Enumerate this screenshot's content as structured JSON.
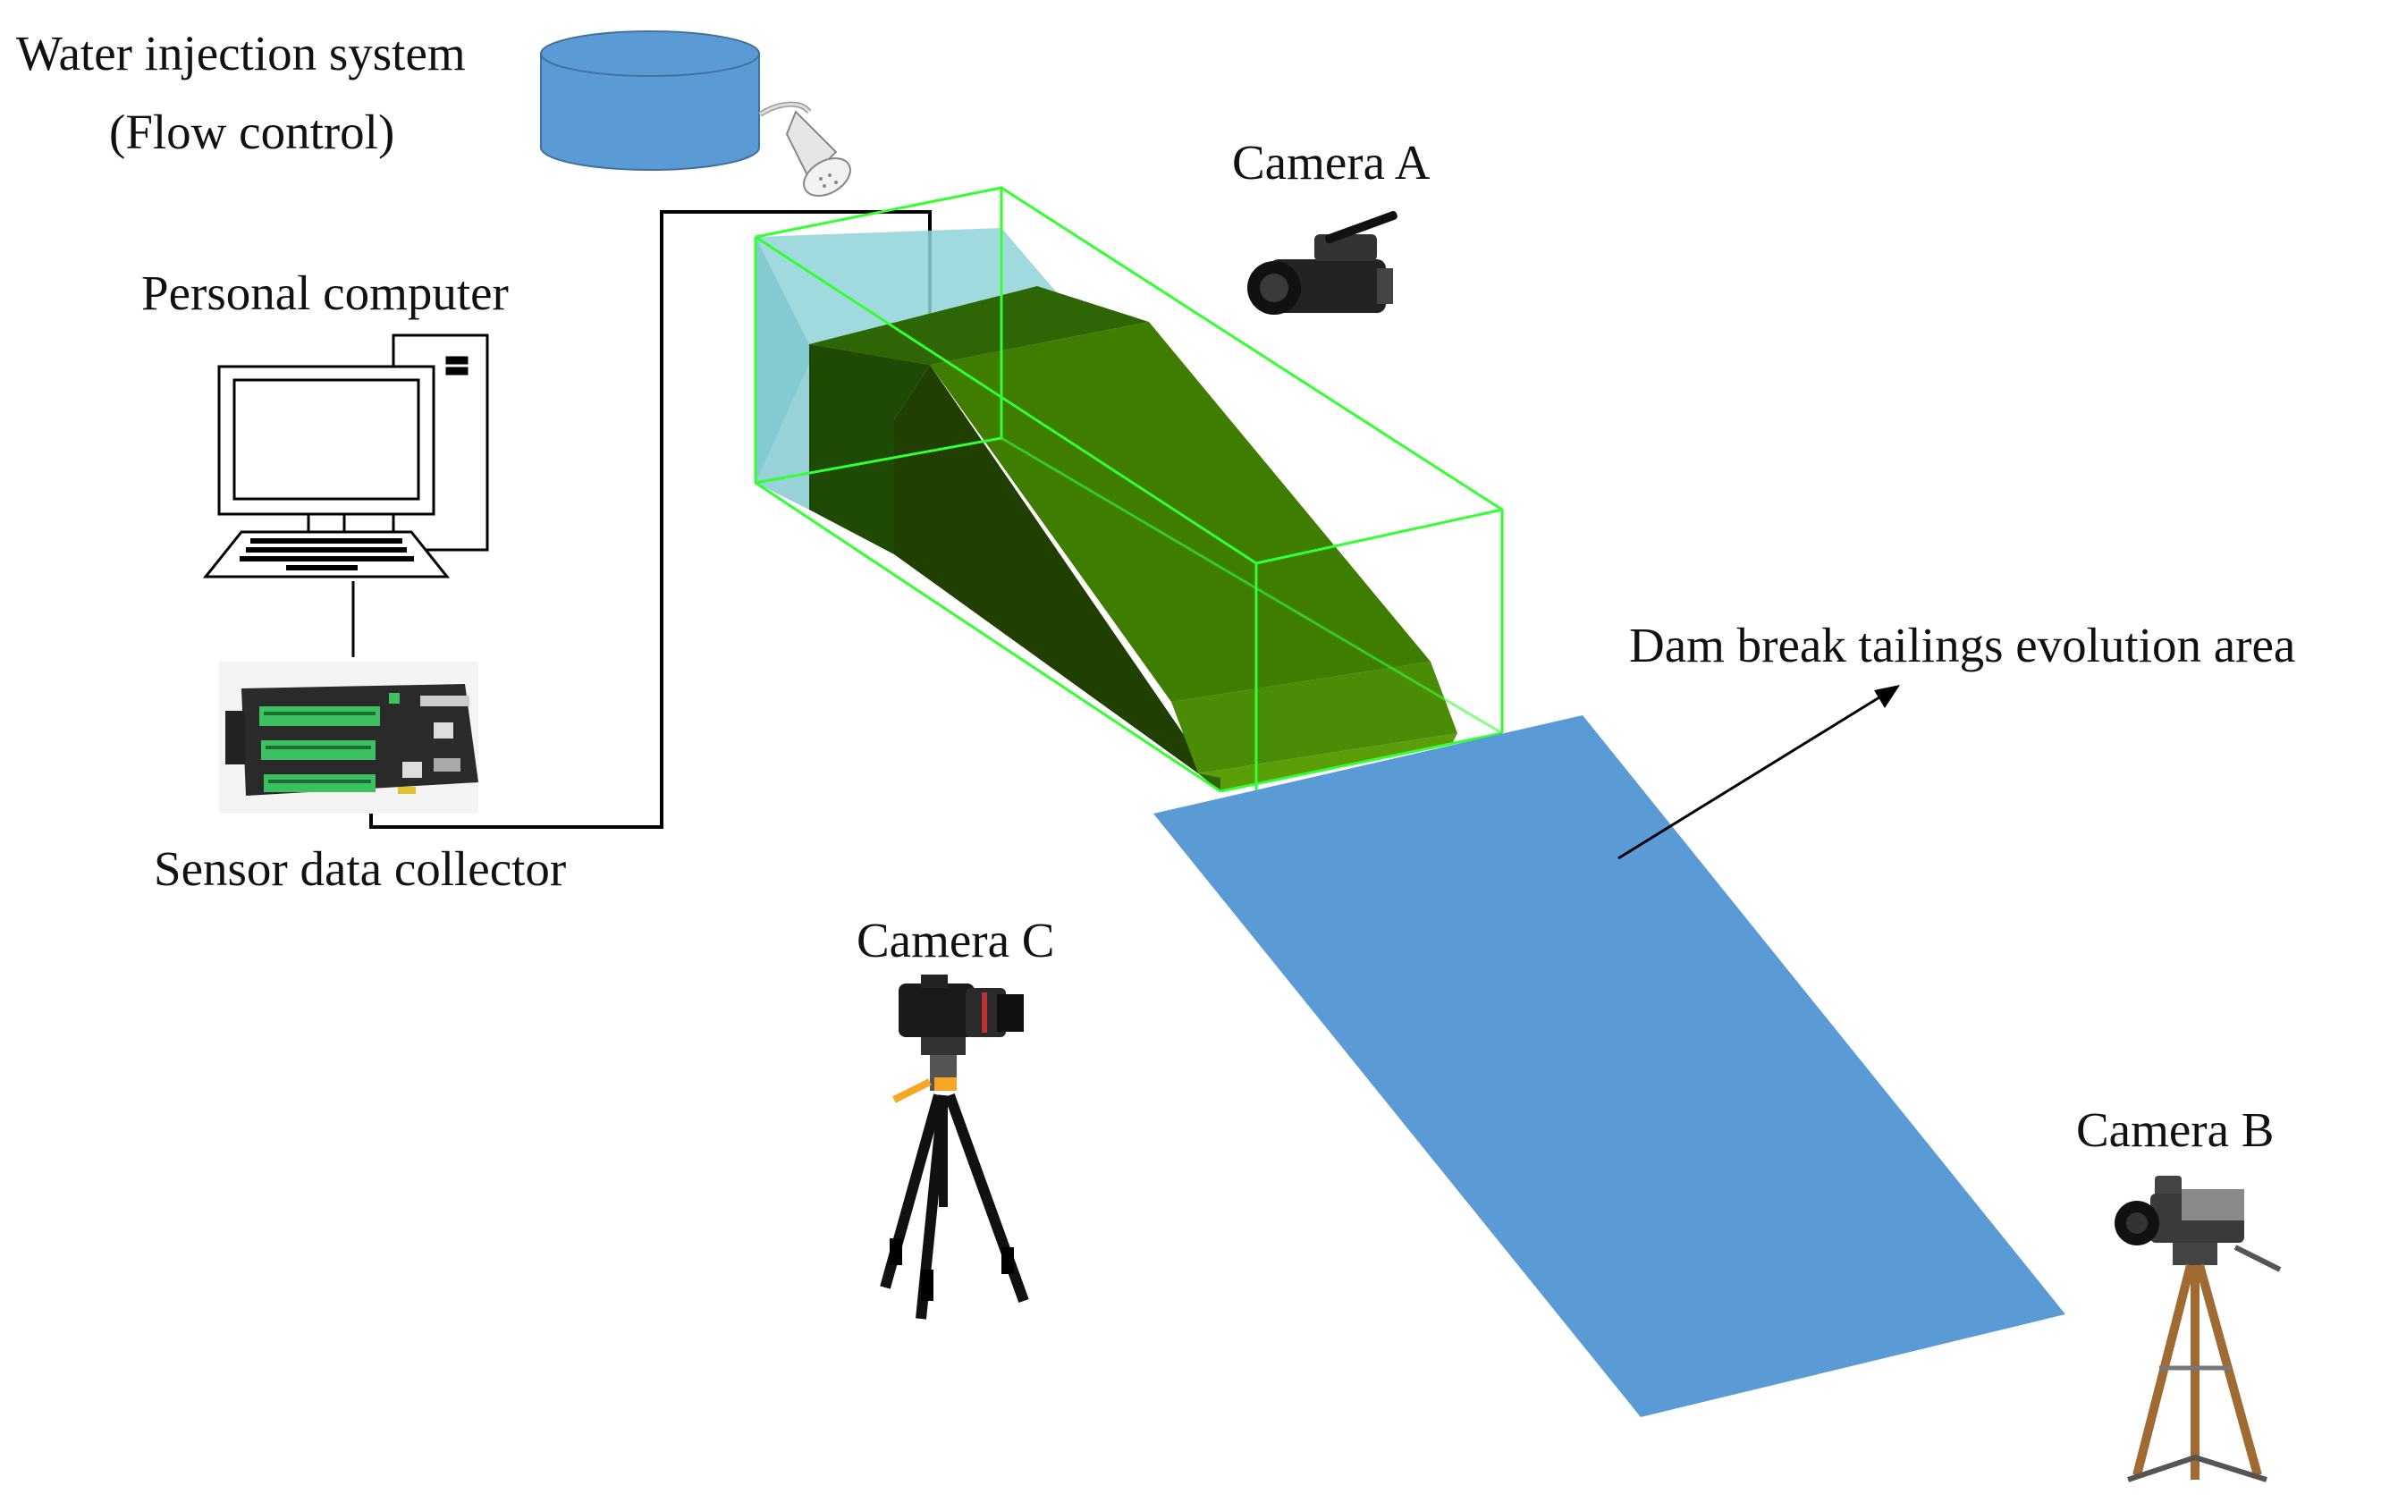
{
  "labels": {
    "water_line1": "Water injection system",
    "water_line2": "(Flow control)",
    "camera_a": "Camera A",
    "personal_computer": "Personal computer",
    "dam_break": "Dam break tailings evolution area",
    "sensor_collector": "Sensor data collector",
    "camera_c": "Camera C",
    "camera_b": "Camera B"
  },
  "colors": {
    "water_tank": "#5B9BD5",
    "flume_outline": "#33FF33",
    "water_fill": "#8FD3D8",
    "tailings_top": "#3E7D00",
    "tailings_side": "#213F00",
    "tailings_toe": "#5A9E0A",
    "evolution_area": "#5B9BD5",
    "wire": "#000000"
  },
  "icons": {
    "water_tank": "cylinder-tank-icon",
    "shower_head": "shower-head-icon",
    "computer": "desktop-computer-icon",
    "data_logger": "data-logger-icon",
    "camera_a": "camcorder-icon",
    "camera_b": "film-camera-tripod-icon",
    "camera_c": "dslr-tripod-icon"
  }
}
